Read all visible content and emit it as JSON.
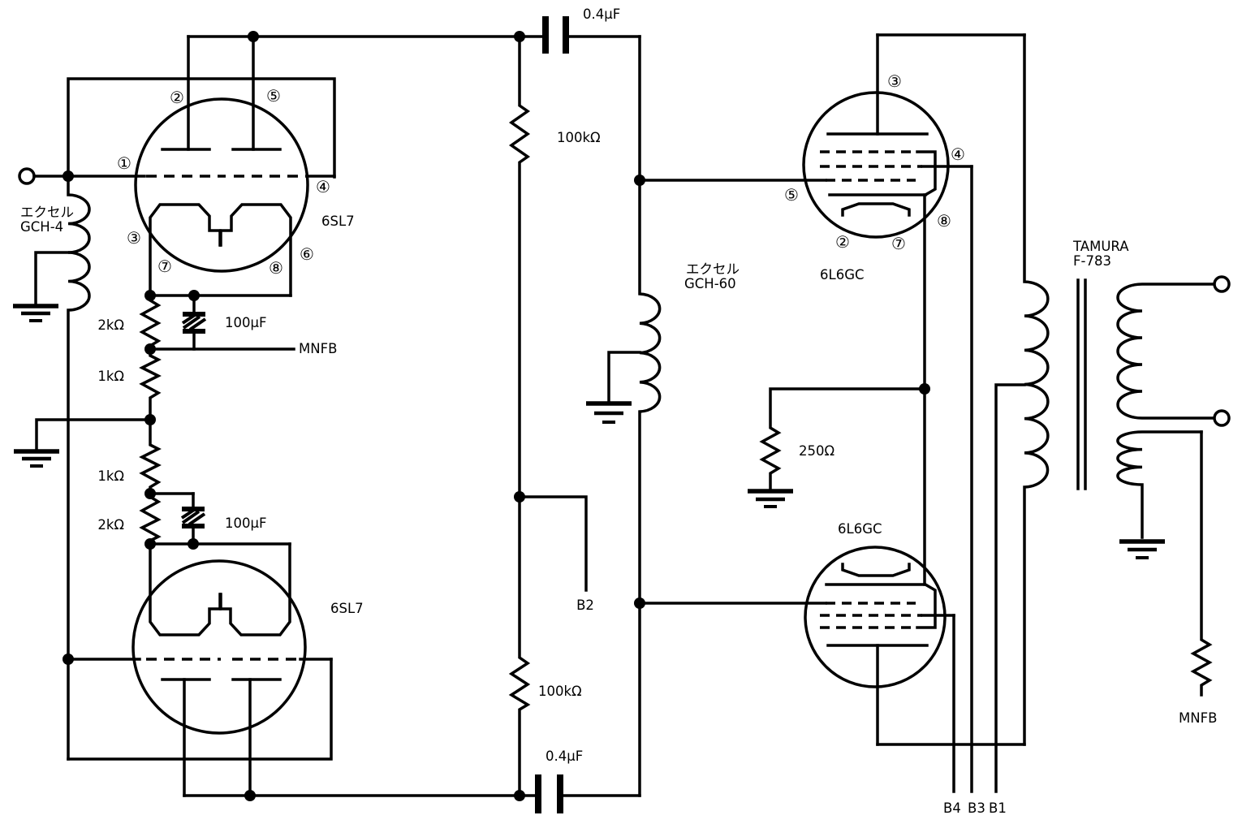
{
  "diagram": {
    "type": "vacuum-tube push-pull amplifier schematic",
    "background_color": "#ffffff",
    "line_color": "#000000"
  },
  "tubes": {
    "v1": {
      "label": "6SL7",
      "pins": {
        "p1": "①",
        "p2": "②",
        "p3": "③",
        "p4": "④",
        "p5": "⑤",
        "p6": "⑥",
        "p7": "⑦",
        "p8": "⑧"
      }
    },
    "v2": {
      "label": "6SL7"
    },
    "v3": {
      "label": "6L6GC",
      "pins": {
        "p2": "②",
        "p3": "③",
        "p4": "④",
        "p5": "⑤",
        "p7": "⑦",
        "p8": "⑧"
      }
    },
    "v4": {
      "label": "6L6GC"
    }
  },
  "chokes": {
    "gch4": {
      "brand": "エクセル",
      "model": "GCH-4"
    },
    "gch60": {
      "brand": "エクセル",
      "model": "GCH-60"
    }
  },
  "transformer": {
    "brand": "TAMURA",
    "model": "F-783"
  },
  "resistors": {
    "r2k_upper": "2kΩ",
    "r1k_upper": "1kΩ",
    "r1k_lower": "1kΩ",
    "r2k_lower": "2kΩ",
    "r100k_top": "100kΩ",
    "r100k_bottom": "100kΩ",
    "r250": "250Ω"
  },
  "capacitors": {
    "c100uf_upper": "100μF",
    "c100uf_lower": "100μF",
    "c04uf_top": "0.4μF",
    "c04uf_bottom": "0.4μF"
  },
  "taps": {
    "mnfb_left": "MNFB",
    "mnfb_right": "MNFB",
    "b1": "B1",
    "b2": "B2",
    "b3": "B3",
    "b4": "B4"
  }
}
